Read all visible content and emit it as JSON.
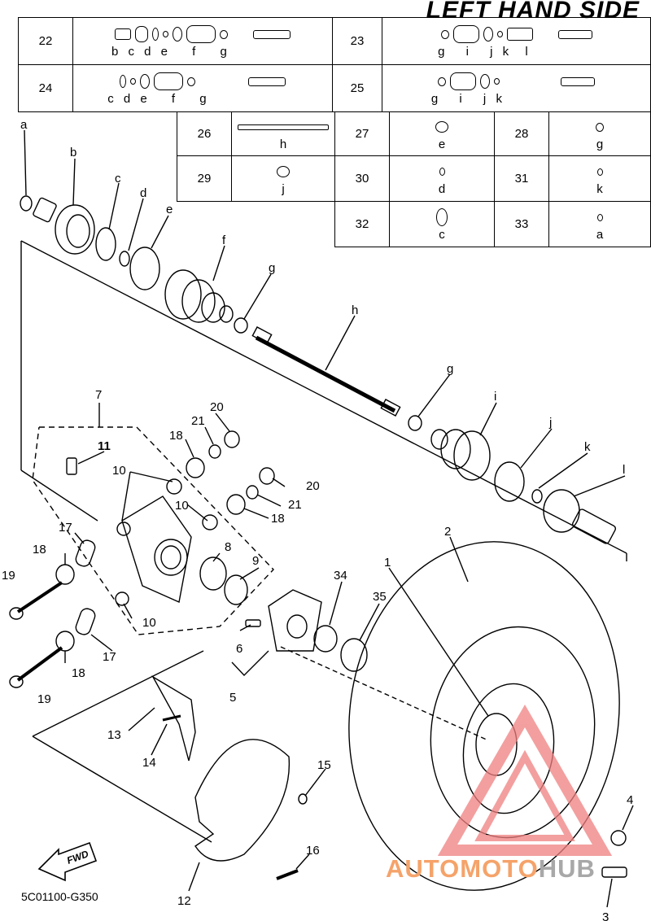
{
  "title": "LEFT HAND SIDE",
  "kits_top": [
    {
      "num": "22",
      "letters": [
        "b",
        "c",
        "d",
        "e",
        "f",
        "g"
      ]
    },
    {
      "num": "23",
      "letters": [
        "g",
        "i",
        "j",
        "k",
        "l"
      ]
    },
    {
      "num": "24",
      "letters": [
        "c",
        "d",
        "e",
        "f",
        "g"
      ]
    },
    {
      "num": "25",
      "letters": [
        "g",
        "i",
        "j",
        "k"
      ]
    }
  ],
  "kits_small": [
    {
      "num": "26",
      "letter": "h"
    },
    {
      "num": "27",
      "letter": "e"
    },
    {
      "num": "28",
      "letter": "g"
    },
    {
      "num": "29",
      "letter": "j"
    },
    {
      "num": "30",
      "letter": "d"
    },
    {
      "num": "31",
      "letter": "k"
    },
    {
      "num": "32",
      "letter": "c"
    },
    {
      "num": "33",
      "letter": "a"
    }
  ],
  "part_letters": [
    "a",
    "b",
    "c",
    "d",
    "e",
    "f",
    "g",
    "h",
    "g",
    "i",
    "j",
    "k",
    "l"
  ],
  "part_numbers": [
    "1",
    "2",
    "3",
    "4",
    "5",
    "6",
    "7",
    "8",
    "9",
    "10",
    "10",
    "10",
    "10",
    "11",
    "12",
    "13",
    "14",
    "15",
    "16",
    "17",
    "17",
    "18",
    "18",
    "18",
    "18",
    "19",
    "19",
    "20",
    "20",
    "21",
    "21",
    "34",
    "35"
  ],
  "fwd_label": "FWD",
  "diagram_code": "5C01100-G350",
  "watermark": {
    "part1": "AUTOMOTO",
    "part2": "HUB",
    "color1": "#f5a36a",
    "color2": "#a8a8a8",
    "logo_color": "#f08080"
  }
}
